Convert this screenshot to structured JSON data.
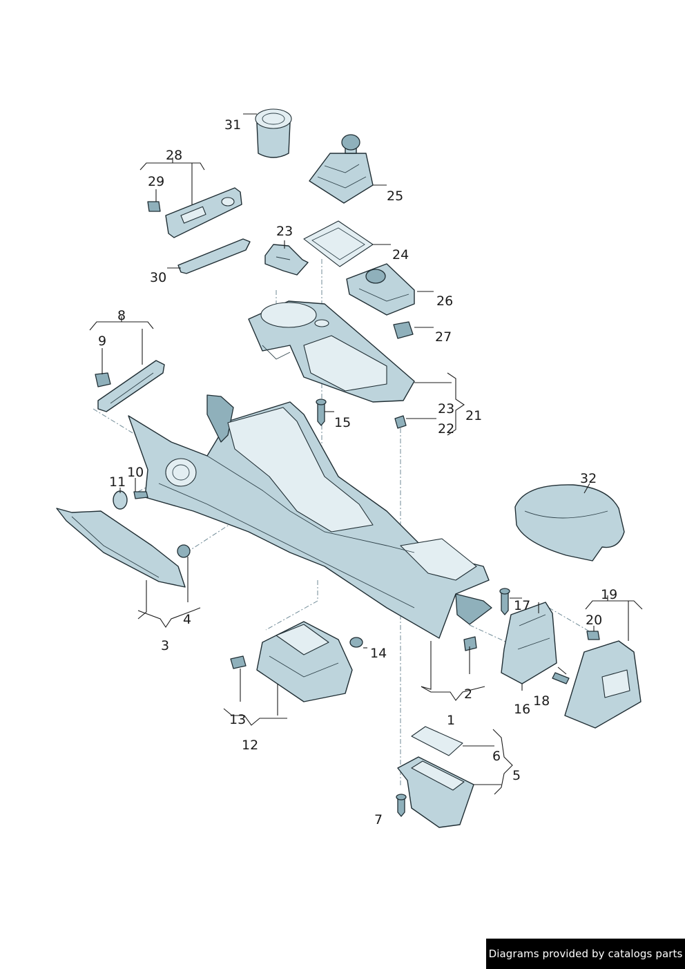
{
  "callouts": {
    "n1": "1",
    "n2": "2",
    "n3": "3",
    "n4": "4",
    "n5": "5",
    "n6": "6",
    "n7": "7",
    "n8": "8",
    "n9": "9",
    "n10": "10",
    "n11": "11",
    "n12": "12",
    "n13": "13",
    "n14": "14",
    "n15": "15",
    "n16": "16",
    "n17": "17",
    "n18": "18",
    "n19": "19",
    "n20": "20",
    "n21": "21",
    "n22": "22",
    "n23a": "23",
    "n23b": "23",
    "n24": "24",
    "n25": "25",
    "n26": "26",
    "n27": "27",
    "n28": "28",
    "n29": "29",
    "n30": "30",
    "n31": "31",
    "n32": "32"
  },
  "footer": {
    "credit": "Diagrams provided by catalogs parts"
  },
  "colors": {
    "part_fill": "#bdd4dc",
    "part_shade": "#8fb0bb",
    "outline": "#1f2d33",
    "footer_bg": "#000000",
    "footer_text": "#ffffff"
  }
}
